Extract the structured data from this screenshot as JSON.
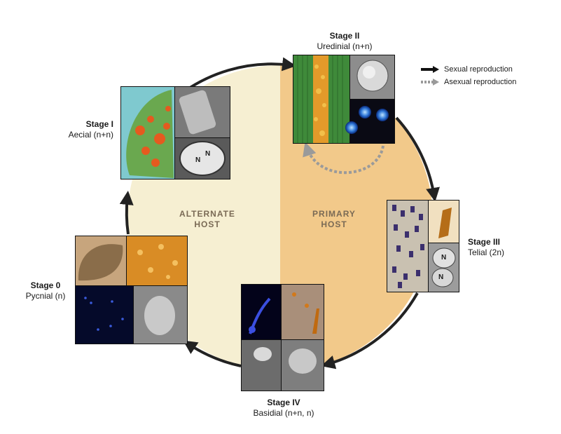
{
  "hosts": {
    "alternate": [
      "ALTERNATE",
      "HOST"
    ],
    "primary": [
      "PRIMARY",
      "HOST"
    ]
  },
  "stages": {
    "stage2": {
      "title": "Stage II",
      "sub": "Uredinial (n+n)"
    },
    "stage1": {
      "title": "Stage I",
      "sub": "Aecial (n+n)"
    },
    "stage3": {
      "title": "Stage III",
      "sub": "Telial (2n)"
    },
    "stage0": {
      "title": "Stage 0",
      "sub": "Pycnial (n)"
    },
    "stage4": {
      "title": "Stage IV",
      "sub": "Basidial (n+n, n)"
    }
  },
  "legend": {
    "sexual": "Sexual reproduction",
    "asexual": "Asexual reproduction"
  },
  "nucleus_marker": "N",
  "colors": {
    "alternate_bg": "#f6efd2",
    "primary_bg": "#f2c98a",
    "arrow": "#222222",
    "dashed_arrow": "#9a9a9a",
    "host_text": "#7a6a55"
  }
}
